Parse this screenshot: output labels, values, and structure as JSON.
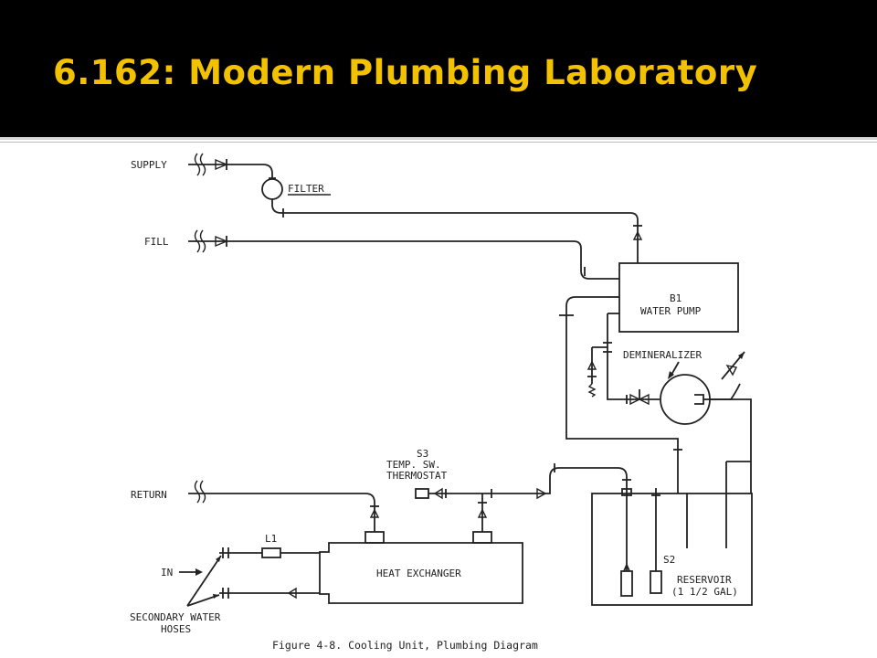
{
  "slide": {
    "title": "6.162: Modern Plumbing Laboratory"
  },
  "diagram": {
    "labels": {
      "supply": "SUPPLY",
      "filter": "FILTER",
      "fill": "FILL",
      "pump_id": "B1",
      "pump_name": "WATER PUMP",
      "demineralizer": "DEMINERALIZER",
      "s3_id": "S3",
      "s3_line1": "TEMP. SW.",
      "s3_line2": "THERMOSTAT",
      "return": "RETURN",
      "l1": "L1",
      "in": "IN",
      "heat_exchanger": "HEAT EXCHANGER",
      "s2": "S2",
      "reservoir_line1": "RESERVOIR",
      "reservoir_line2": "(1 1/2 GAL)",
      "hoses_line1": "SECONDARY WATER",
      "hoses_line2": "HOSES",
      "caption": "Figure 4-8.  Cooling Unit, Plumbing Diagram"
    }
  }
}
